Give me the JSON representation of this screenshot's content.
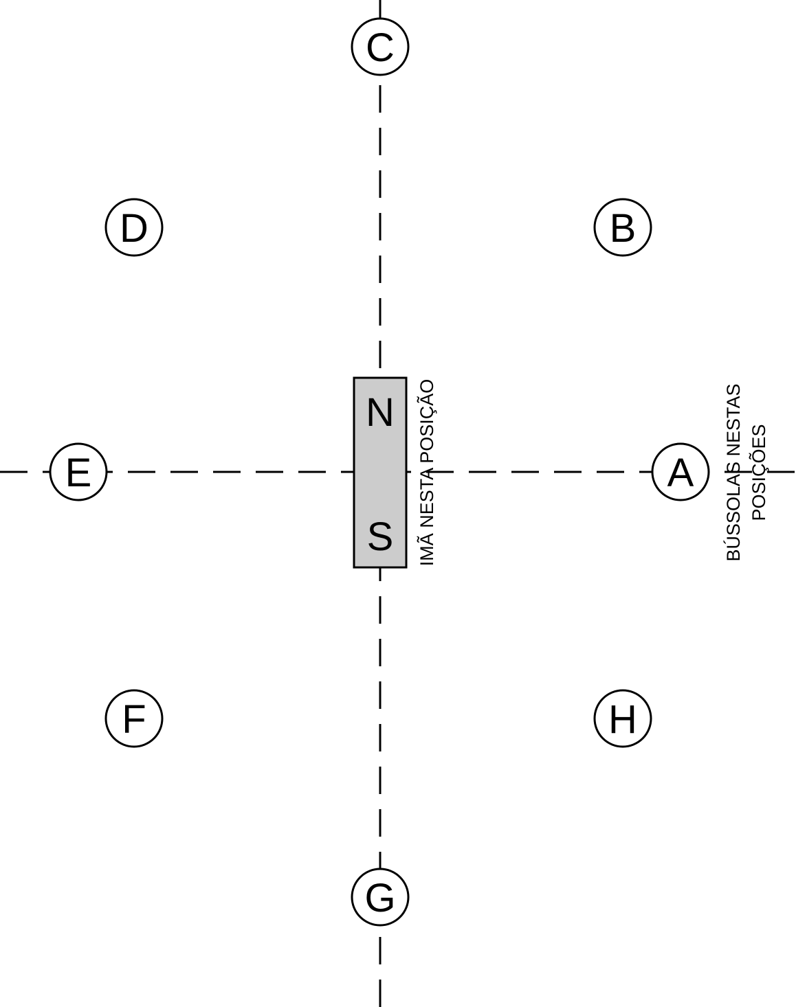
{
  "diagram": {
    "compass_positions": [
      {
        "id": "a",
        "label": "A"
      },
      {
        "id": "b",
        "label": "B"
      },
      {
        "id": "c",
        "label": "C"
      },
      {
        "id": "d",
        "label": "D"
      },
      {
        "id": "e",
        "label": "E"
      },
      {
        "id": "f",
        "label": "F"
      },
      {
        "id": "g",
        "label": "G"
      },
      {
        "id": "h",
        "label": "H"
      }
    ],
    "magnet": {
      "north_label": "N",
      "south_label": "S",
      "fill_color": "#cccccc",
      "caption": "IMÃ NESTA POSIÇÃO"
    },
    "compass_caption_line1": "BÚSSOLAS NESTAS",
    "compass_caption_line2": "POSIÇÕES"
  }
}
